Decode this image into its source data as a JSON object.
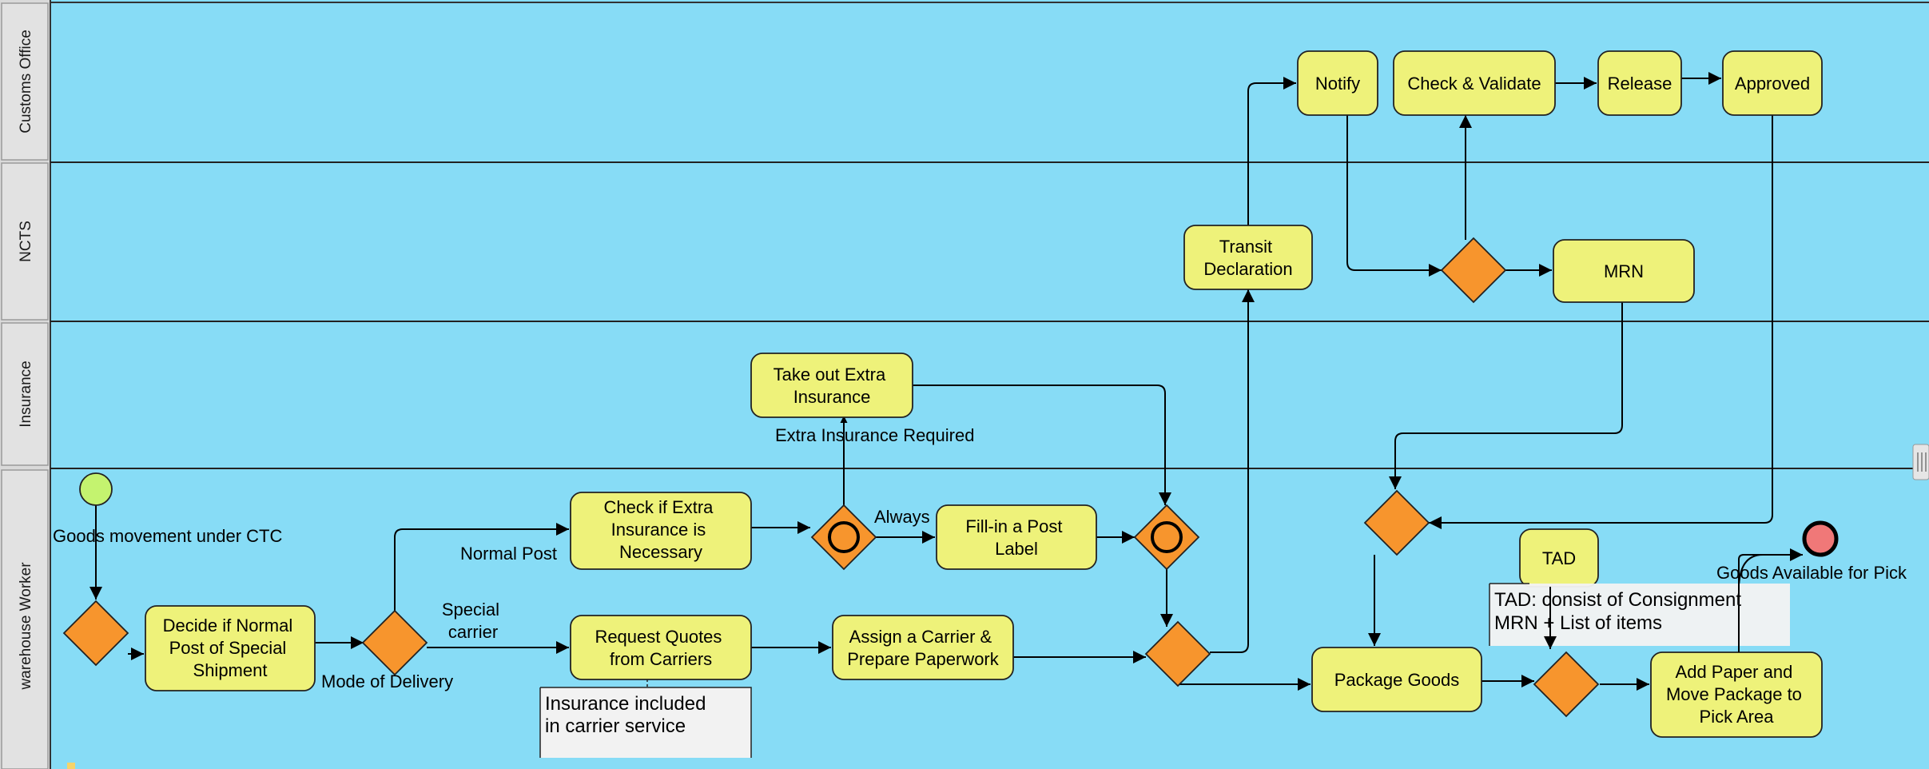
{
  "lanes": [
    {
      "id": "customs",
      "label": "Customs Office"
    },
    {
      "id": "ncts",
      "label": "NCTS"
    },
    {
      "id": "insurance",
      "label": "Insurance"
    },
    {
      "id": "warehouse",
      "label": "warehouse Worker"
    }
  ],
  "tasks": {
    "notify": [
      "Notify"
    ],
    "check_validate": [
      "Check & Validate"
    ],
    "release": [
      "Release"
    ],
    "approved": [
      "Approved"
    ],
    "transit_declaration": [
      "Transit",
      "Declaration"
    ],
    "mrn": [
      "MRN"
    ],
    "take_out_insurance": [
      "Take out Extra",
      "Insurance"
    ],
    "check_extra_insurance": [
      "Check if Extra",
      "Insurance is",
      "Necessary"
    ],
    "fill_post_label": [
      "Fill-in a Post",
      "Label"
    ],
    "decide_post": [
      "Decide if Normal",
      "Post of Special",
      "Shipment"
    ],
    "request_quotes": [
      "Request Quotes",
      "from Carriers"
    ],
    "assign_carrier": [
      "Assign a Carrier &",
      "Prepare Paperwork"
    ],
    "tad": [
      "TAD"
    ],
    "package_goods": [
      "Package Goods"
    ],
    "add_paper": [
      "Add Paper and",
      "Move Package to",
      "Pick Area"
    ]
  },
  "labels": {
    "start_event": [
      "Goods movement under CTC"
    ],
    "end_event": [
      "Goods Available for Pick"
    ],
    "extra_insurance_required": [
      "Extra Insurance Required"
    ],
    "always": [
      "Always"
    ],
    "normal_post": [
      "Normal Post"
    ],
    "special_carrier": [
      "Special",
      "carrier"
    ],
    "mode_of_delivery": [
      "Mode of Delivery"
    ]
  },
  "annotations": {
    "insurance_note": [
      "Insurance included",
      "in carrier service"
    ],
    "tad_note": [
      "TAD: consist of Consignment",
      "MRN + List of items"
    ]
  },
  "colors": {
    "pool_background": "#87dcf6",
    "lane_header": "#e2e2e2",
    "task_fill": "#eef27a",
    "gateway_fill": "#f7952d",
    "start_fill": "#c4f36f",
    "end_fill": "#f07878",
    "annotation_fill": "#f2f2f2"
  }
}
